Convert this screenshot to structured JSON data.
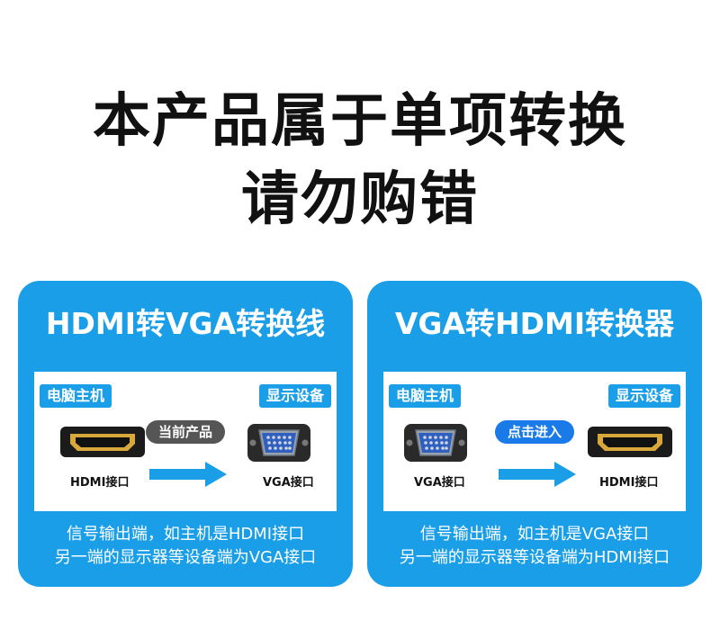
{
  "headline": {
    "line1": "本产品属于单项转换",
    "line2": "请勿购错"
  },
  "colors": {
    "brand_blue": "#1a9ee8",
    "pill_gray": "#555555",
    "pill_blue": "#1a7ae8",
    "arrow_blue": "#1a9ee8"
  },
  "cards": [
    {
      "title": "HDMI转VGA转换线",
      "left_tag": "电脑主机",
      "right_tag": "显示设备",
      "pill": "当前产品",
      "left_port_label": "HDMI接口",
      "right_port_label": "VGA接口",
      "left_port_icon": "hdmi-port-icon",
      "right_port_icon": "vga-port-icon",
      "caption_line1": "信号输出端，如主机是HDMI接口",
      "caption_line2": "另一端的显示器等设备端为VGA接口"
    },
    {
      "title": "VGA转HDMI转换器",
      "left_tag": "电脑主机",
      "right_tag": "显示设备",
      "pill": "点击进入",
      "left_port_label": "VGA接口",
      "right_port_label": "HDMI接口",
      "left_port_icon": "vga-port-icon",
      "right_port_icon": "hdmi-port-icon",
      "caption_line1": "信号输出端，如主机是VGA接口",
      "caption_line2": "另一端的显示器等设备端为HDMI接口"
    }
  ]
}
